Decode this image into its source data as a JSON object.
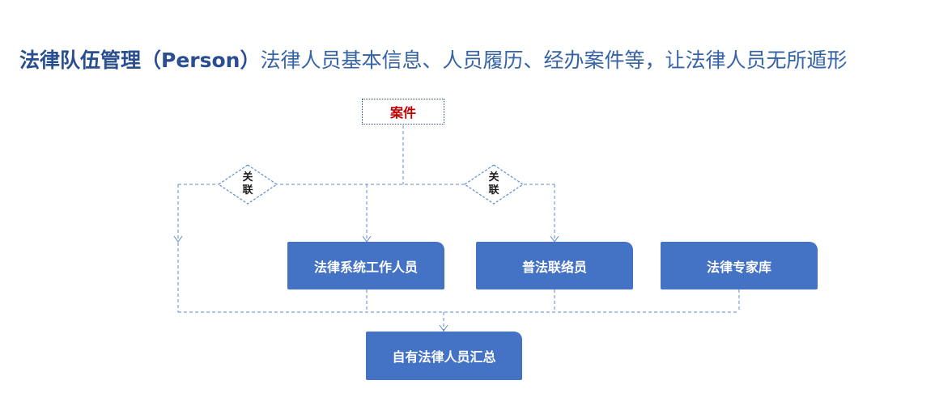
{
  "title": {
    "strong": "法律队伍管理（Person）",
    "rest": "法律人员基本信息、人员履历、经办案件等，让法律人员无所遁形"
  },
  "nodes": {
    "case": "案件",
    "relation_left": {
      "line1": "关",
      "line2": "联"
    },
    "relation_right": {
      "line1": "关",
      "line2": "联"
    },
    "staff": "法律系统工作人员",
    "liaison": "普法联络员",
    "experts": "法律专家库",
    "summary": "自有法律人员汇总"
  },
  "colors": {
    "box": "#4472c4",
    "title": "#2a4f8f",
    "case_text": "#c00000",
    "connector": "#5b8bd0"
  }
}
